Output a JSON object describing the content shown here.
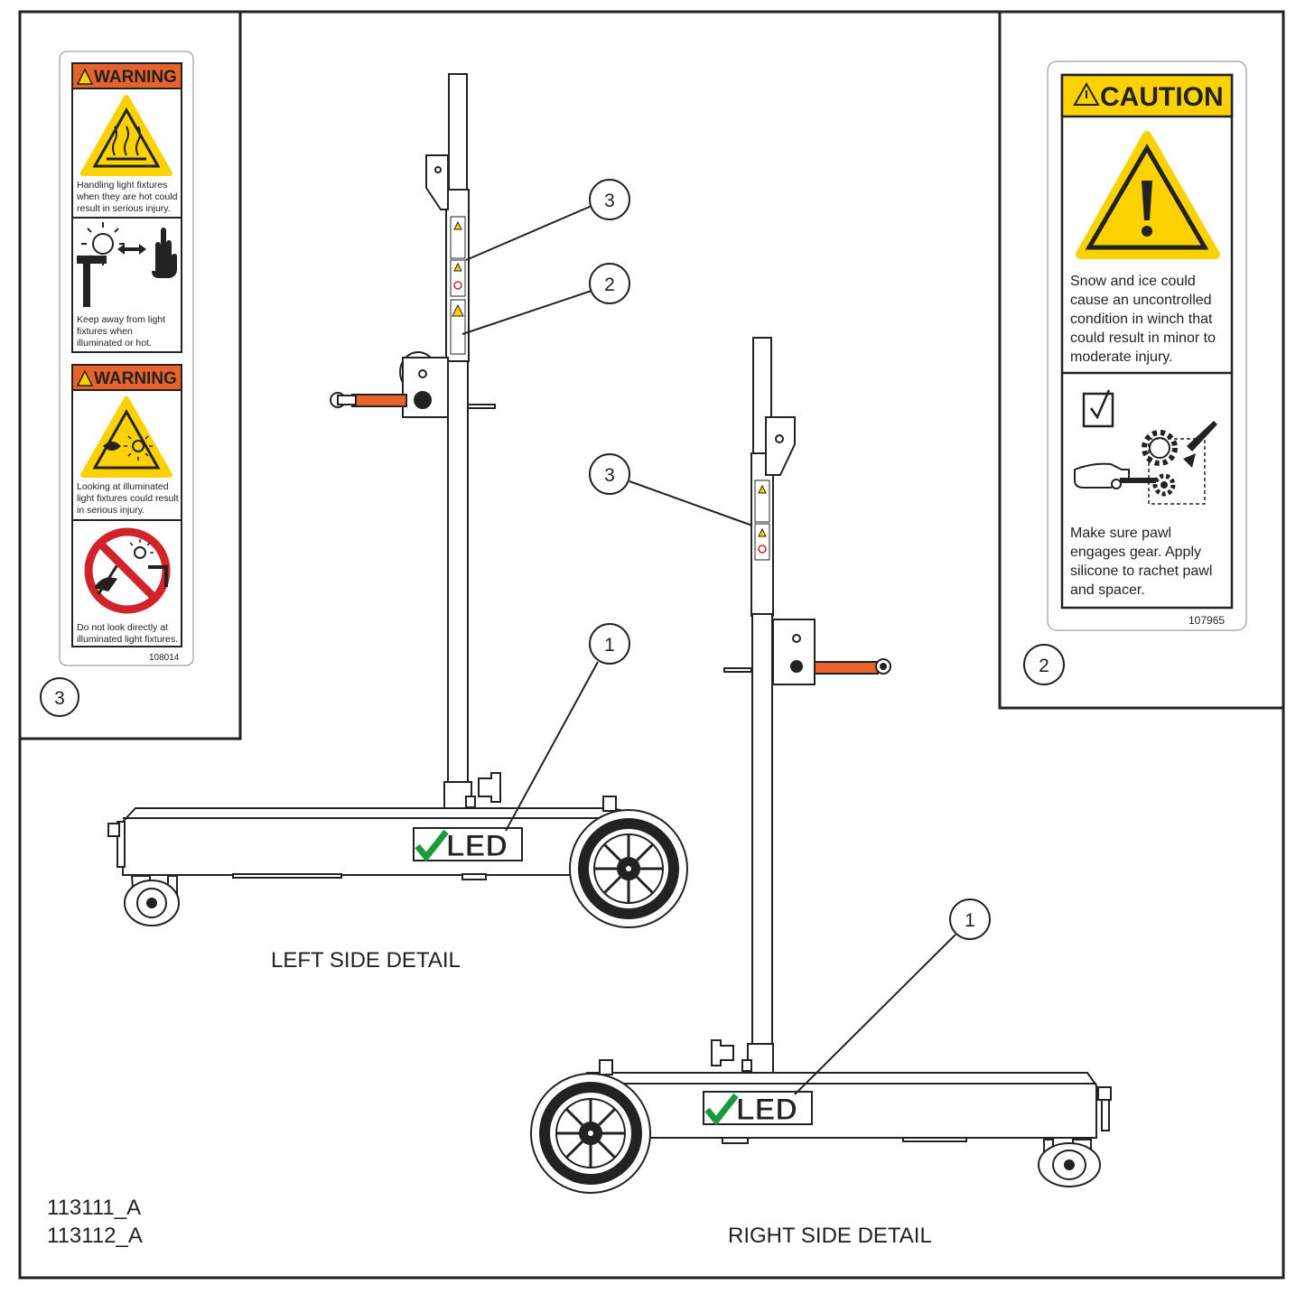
{
  "warning_label": {
    "header_1": "WARNING",
    "header_2": "WARNING",
    "panel_1_lines": [
      "Handling light fixtures",
      "when they are hot could",
      "result in serious injury."
    ],
    "panel_2_lines": [
      "Keep away from light",
      "fixtures when",
      "illuminated or hot."
    ],
    "panel_3_lines": [
      "Looking at illuminated",
      "light fixtures could result",
      "in serious injury."
    ],
    "panel_4_lines": [
      "Do not look directly at",
      "illuminated light fixtures."
    ],
    "part_number": "108014",
    "callout": "3"
  },
  "caution_label": {
    "header": "CAUTION",
    "panel_1_lines": [
      "Snow and ice could",
      "cause an uncontrolled",
      "condition in winch that",
      "could result in minor to",
      "moderate injury."
    ],
    "panel_2_lines": [
      "Make sure pawl",
      "engages gear. Apply",
      "silicone to rachet pawl",
      "and spacer."
    ],
    "part_number": "107965",
    "callout": "2"
  },
  "left_detail": {
    "title": "LEFT SIDE DETAIL",
    "callouts": [
      "3",
      "2",
      "1"
    ],
    "logo": "LED"
  },
  "right_detail": {
    "title": "RIGHT SIDE DETAIL",
    "callouts": [
      "3",
      "1"
    ],
    "logo": "LED"
  },
  "drawing_numbers": [
    "113111_A",
    "113112_A"
  ],
  "colors": {
    "warning_orange": "#e8632b",
    "caution_yellow": "#fcd100",
    "prohibit_red": "#d2232a",
    "logo_green": "#1a9a3c",
    "handle_orange": "#e8632b"
  }
}
